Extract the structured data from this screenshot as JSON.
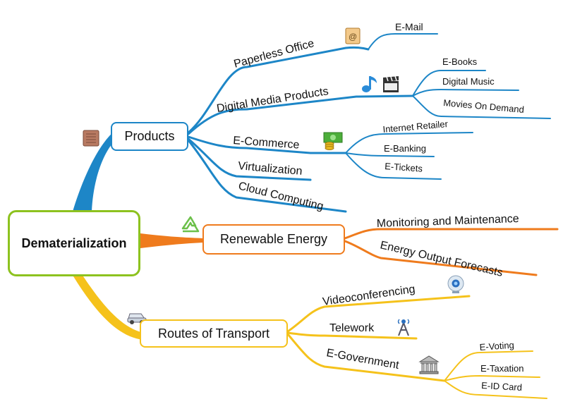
{
  "central": "Dematerialization",
  "branches": {
    "products": {
      "label": "Products",
      "color": "#1d86c7",
      "icon": "package-icon",
      "children": {
        "paperless_office": {
          "label": "Paperless Office",
          "icon": "address-book-icon",
          "children": [
            "E-Mail"
          ]
        },
        "digital_media": {
          "label": "Digital Media Products",
          "icons": [
            "music-note-icon",
            "clapperboard-icon"
          ],
          "children": [
            "E-Books",
            "Digital Music",
            "Movies On Demand"
          ]
        },
        "e_commerce": {
          "label": "E-Commerce",
          "icon": "money-icon",
          "children": [
            "Internet Retailer",
            "E-Banking",
            "E-Tickets"
          ]
        },
        "virtualization": {
          "label": "Virtualization"
        },
        "cloud_computing": {
          "label": "Cloud Computing"
        }
      }
    },
    "energy": {
      "label": "Renewable Energy",
      "color": "#ef7b1d",
      "icon": "recycle-icon",
      "children": [
        "Monitoring and Maintenance",
        "Energy Output Forecasts"
      ]
    },
    "transport": {
      "label": "Routes of Transport",
      "color": "#f5c21b",
      "icon": "car-icon",
      "children": {
        "videoconferencing": {
          "label": "Videoconferencing",
          "icon": "webcam-icon"
        },
        "telework": {
          "label": "Telework",
          "icon": "antenna-icon"
        },
        "e_government": {
          "label": "E-Government",
          "icon": "government-building-icon",
          "children": [
            "E-Voting",
            "E-Taxation",
            "E-ID Card"
          ]
        }
      }
    }
  }
}
